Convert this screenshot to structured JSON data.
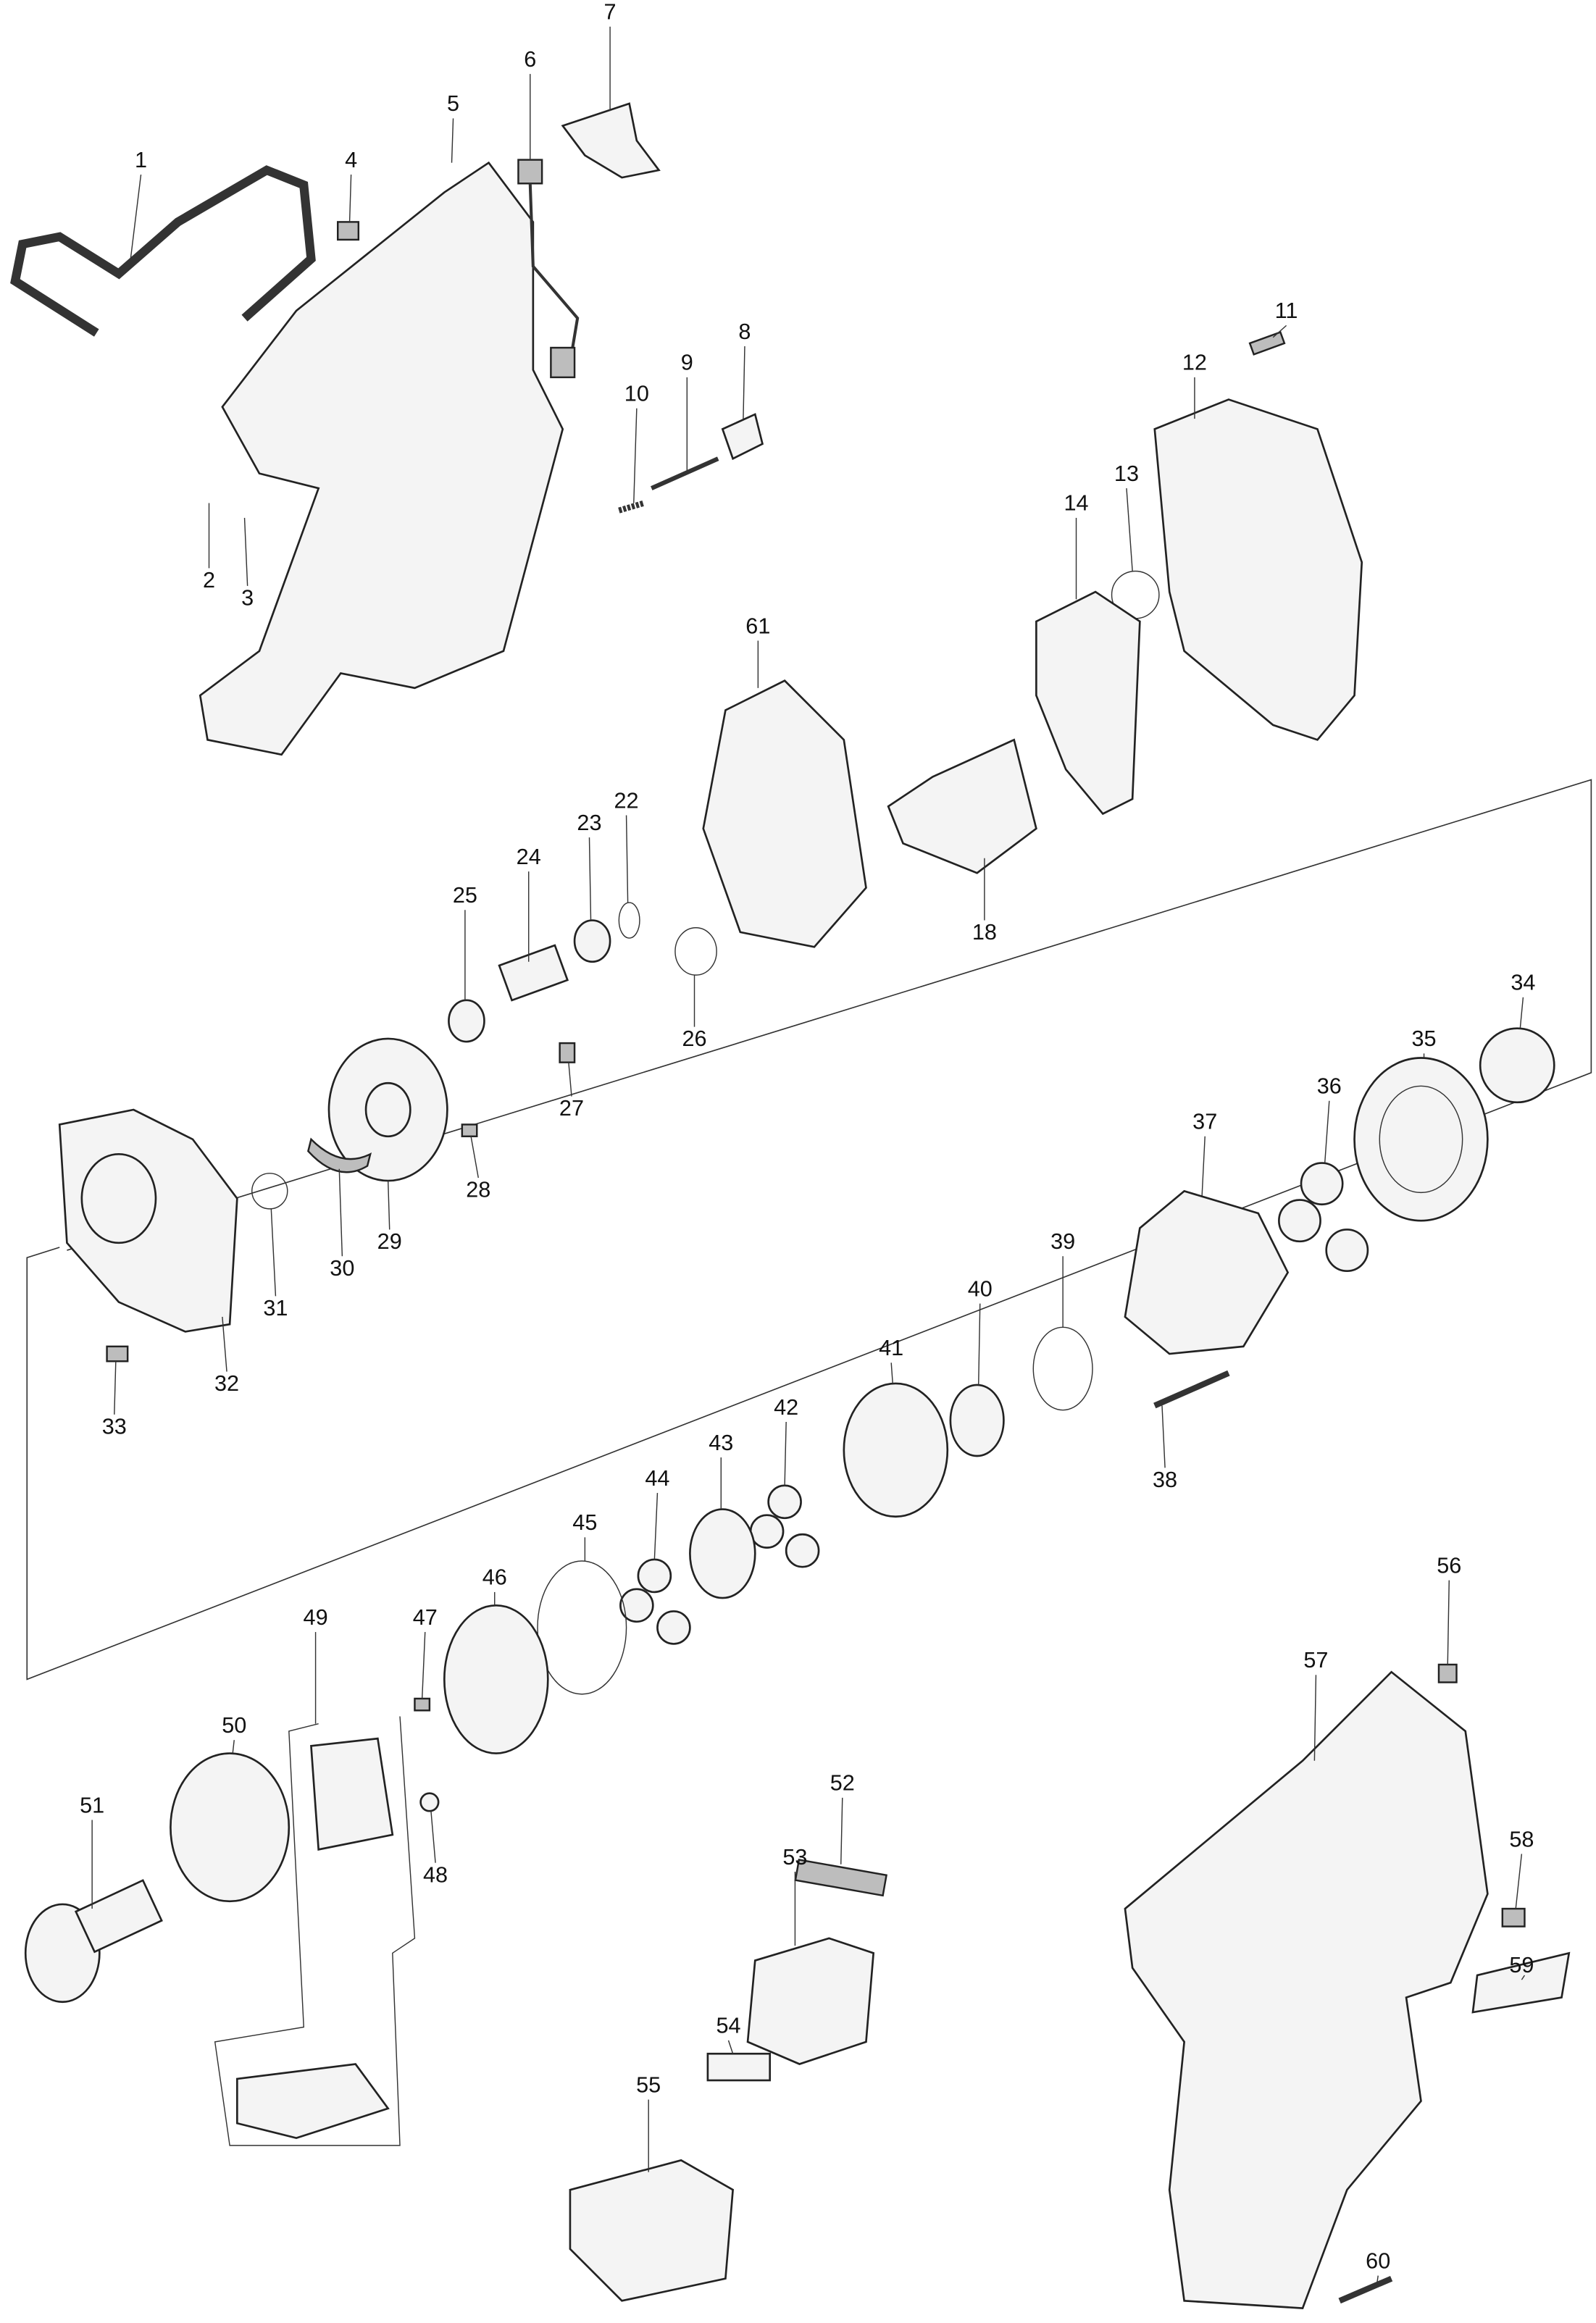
{
  "diagram": {
    "type": "exploded-parts-diagram",
    "callouts": {
      "p1": "1",
      "p2": "2",
      "p3": "3",
      "p4": "4",
      "p5": "5",
      "p6": "6",
      "p7": "7",
      "p8": "8",
      "p9": "9",
      "p10": "10",
      "p11": "11",
      "p12": "12",
      "p13": "13",
      "p14": "14",
      "p18": "18",
      "p22": "22",
      "p23": "23",
      "p24": "24",
      "p25": "25",
      "p26": "26",
      "p27": "27",
      "p28": "28",
      "p29": "29",
      "p30": "30",
      "p31": "31",
      "p32": "32",
      "p33": "33",
      "p34": "34",
      "p35": "35",
      "p36": "36",
      "p37": "37",
      "p38": "38",
      "p39": "39",
      "p40": "40",
      "p41": "41",
      "p42": "42",
      "p43": "43",
      "p44": "44",
      "p45": "45",
      "p46": "46",
      "p47": "47",
      "p48": "48",
      "p49": "49",
      "p50": "50",
      "p51": "51",
      "p52": "52",
      "p53": "53",
      "p54": "54",
      "p55": "55",
      "p56": "56",
      "p57": "57",
      "p58": "58",
      "p59": "59",
      "p60": "60",
      "p61": "61"
    }
  }
}
